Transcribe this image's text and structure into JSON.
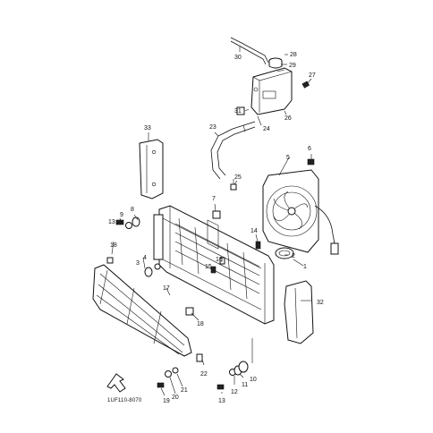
{
  "diagram": {
    "code": "1UF110-8070",
    "callouts": [
      "1",
      "2",
      "3",
      "4",
      "5",
      "6",
      "7",
      "8",
      "9",
      "10",
      "11",
      "12",
      "13",
      "13",
      "14",
      "15",
      "16",
      "17",
      "18",
      "18",
      "19",
      "20",
      "21",
      "22",
      "23",
      "24",
      "25",
      "26",
      "27",
      "28",
      "29",
      "30",
      "31",
      "32",
      "33"
    ]
  }
}
